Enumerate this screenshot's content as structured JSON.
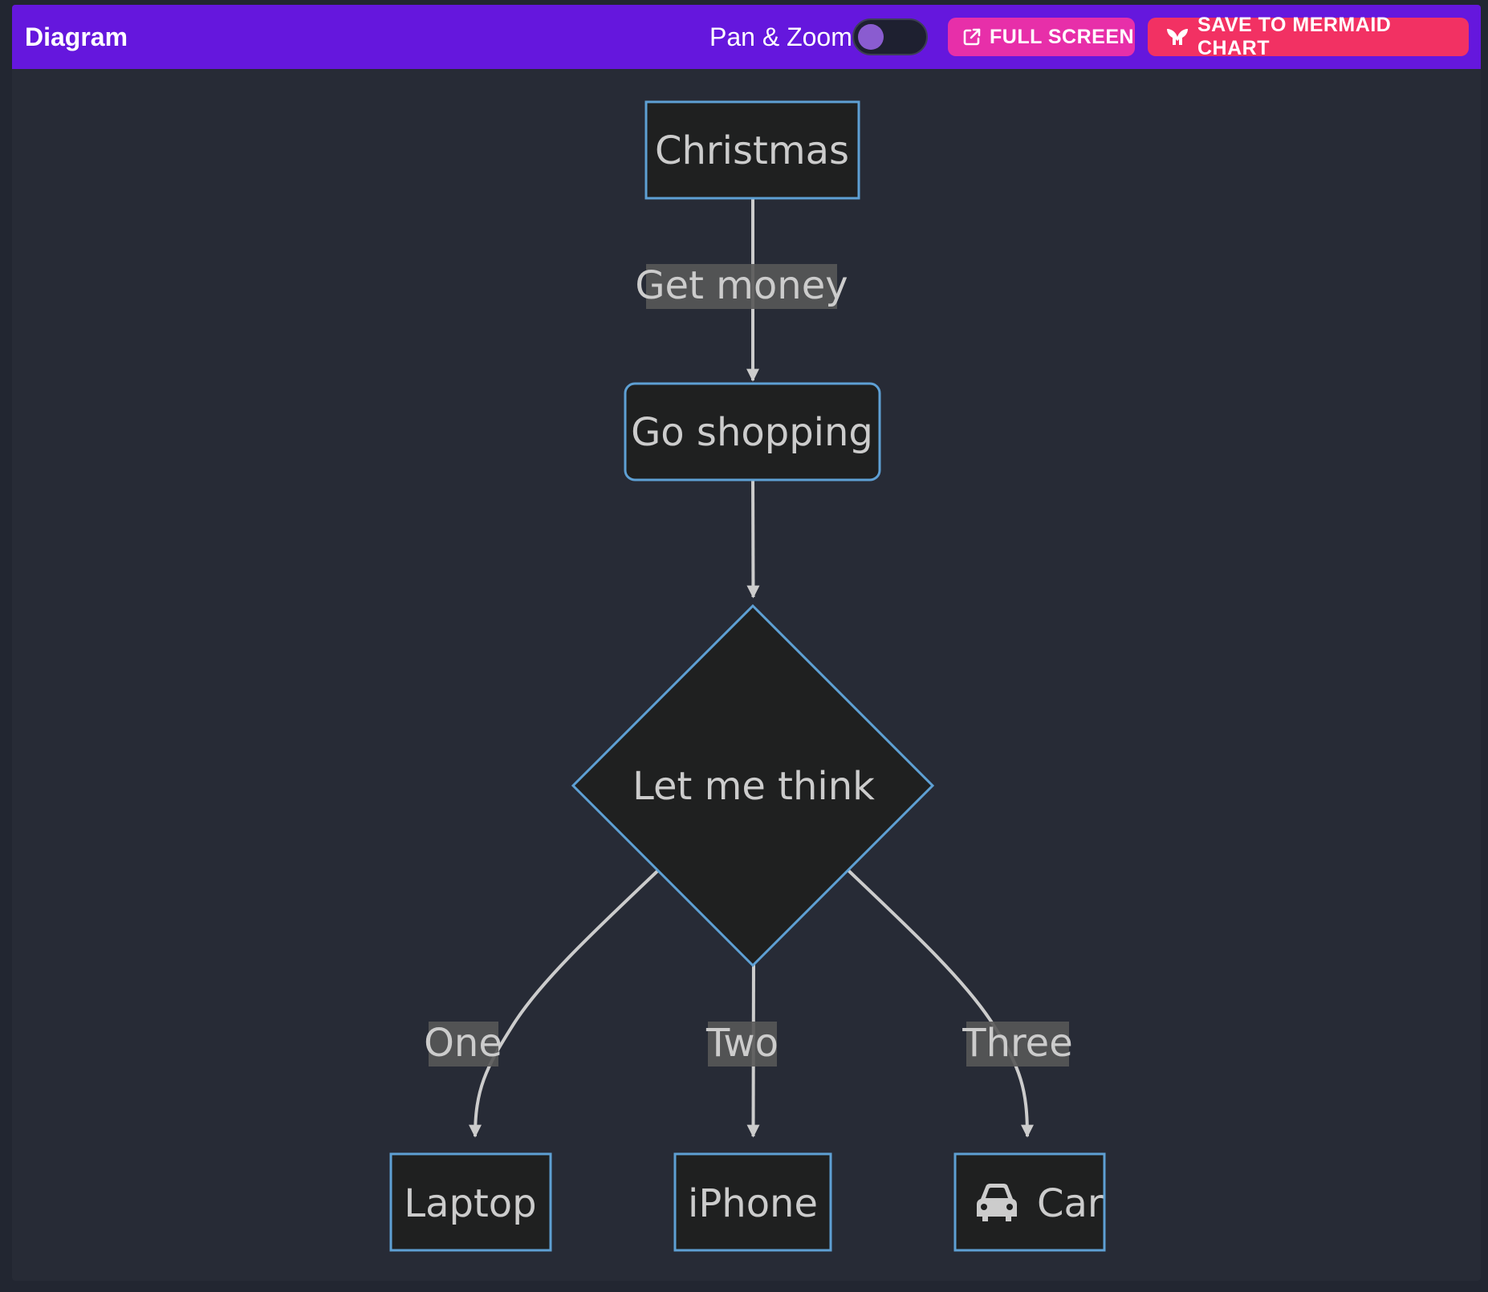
{
  "header": {
    "title": "Diagram",
    "pan_zoom_label": "Pan & Zoom",
    "pan_zoom_enabled": false,
    "full_screen_label": "FULL SCREEN",
    "save_label": "SAVE TO MERMAID CHART"
  },
  "colors": {
    "header_bg": "#6517dd",
    "full_screen_bg": "#e72fa9",
    "save_bg": "#f23163",
    "canvas_bg": "#272b36",
    "node_fill": "#1f2020",
    "node_stroke": "#5ea0d4",
    "edge": "#cccccc",
    "edge_label_bg": "#585858"
  },
  "diagram": {
    "nodes": {
      "christmas": {
        "label": "Christmas",
        "shape": "rect"
      },
      "shopping": {
        "label": "Go shopping",
        "shape": "round-rect"
      },
      "think": {
        "label": "Let me think",
        "shape": "diamond"
      },
      "laptop": {
        "label": "Laptop",
        "shape": "rect"
      },
      "iphone": {
        "label": "iPhone",
        "shape": "rect"
      },
      "car": {
        "label": "Car",
        "shape": "rect",
        "icon": "car-icon"
      }
    },
    "edges": {
      "christmas_shopping": {
        "label": "Get money"
      },
      "shopping_think": {
        "label": ""
      },
      "think_laptop": {
        "label": "One"
      },
      "think_iphone": {
        "label": "Two"
      },
      "think_car": {
        "label": "Three"
      }
    }
  }
}
